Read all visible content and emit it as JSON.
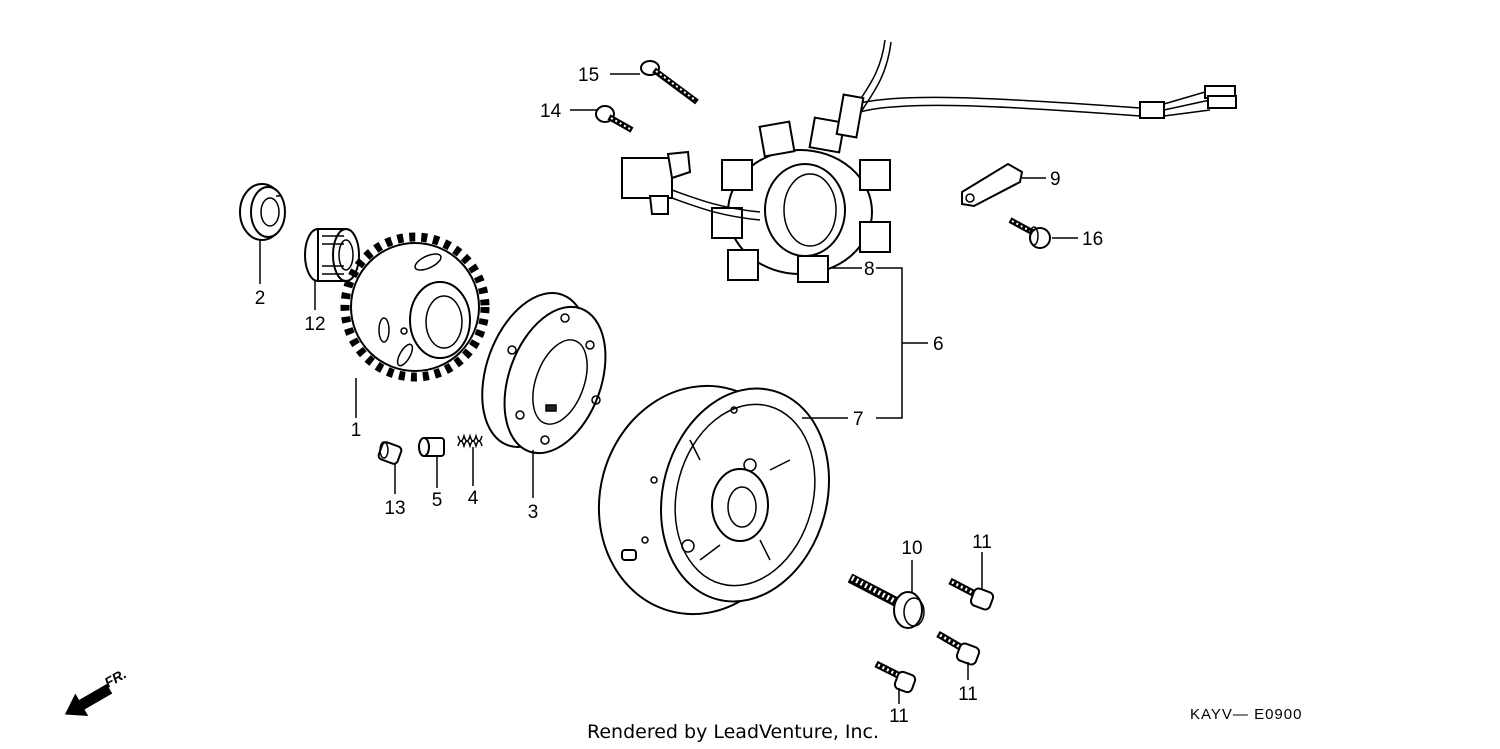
{
  "callouts": [
    {
      "id": "1",
      "text": "1"
    },
    {
      "id": "2",
      "text": "2"
    },
    {
      "id": "3",
      "text": "3"
    },
    {
      "id": "4",
      "text": "4"
    },
    {
      "id": "5",
      "text": "5"
    },
    {
      "id": "6",
      "text": "6"
    },
    {
      "id": "7",
      "text": "7"
    },
    {
      "id": "8",
      "text": "8"
    },
    {
      "id": "9",
      "text": "9"
    },
    {
      "id": "10",
      "text": "10"
    },
    {
      "id": "11a",
      "text": "11"
    },
    {
      "id": "11b",
      "text": "11"
    },
    {
      "id": "11c",
      "text": "11"
    },
    {
      "id": "12",
      "text": "12"
    },
    {
      "id": "13",
      "text": "13"
    },
    {
      "id": "14",
      "text": "14"
    },
    {
      "id": "15",
      "text": "15"
    },
    {
      "id": "16",
      "text": "16"
    }
  ],
  "direction_label": "FR.",
  "diagram_code": "KAYV— E0900",
  "credit": "Rendered by LeadVenture, Inc."
}
